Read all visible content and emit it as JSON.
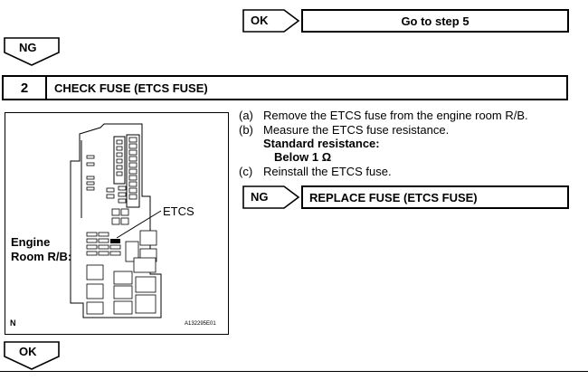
{
  "top_branch": {
    "tag": "OK",
    "result": "Go to step 5"
  },
  "ng_branch_top": {
    "tag": "NG"
  },
  "step": {
    "number": "2",
    "title": "CHECK FUSE (ETCS FUSE)"
  },
  "diagram": {
    "callout_label": "ETCS",
    "location_label_line1": "Engine",
    "location_label_line2": "Room R/B:",
    "corner_mark": "N",
    "figure_id": "A132295E01"
  },
  "instructions": [
    {
      "label": "(a)",
      "text": "Remove the ETCS fuse from the engine room R/B."
    },
    {
      "label": "(b)",
      "text": "Measure the ETCS fuse resistance."
    },
    {
      "label": "(c)",
      "text": "Reinstall the ETCS fuse."
    }
  ],
  "standard": {
    "heading": "Standard resistance:",
    "value": "Below 1 Ω"
  },
  "ng_branch": {
    "tag": "NG",
    "result": "REPLACE FUSE (ETCS FUSE)"
  },
  "ok_branch_bottom": {
    "tag": "OK"
  }
}
